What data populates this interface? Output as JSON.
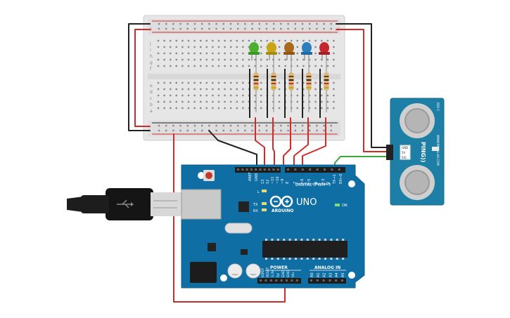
{
  "arduino": {
    "logo_text": "ARDUINO",
    "model": "UNO",
    "digital_label": "DIGITAL (PWM~)",
    "power_label": "POWER",
    "analog_label": "ANALOG IN",
    "on_label": "ON",
    "l_label": "L",
    "tx_label": "TX",
    "rx_label": "RX",
    "aref": "AREF",
    "gnd": "GND",
    "digital_pins": [
      "13",
      "12",
      "~11",
      "~10",
      "~9",
      "8",
      "7",
      "~6",
      "~5",
      "4",
      "~3",
      "2",
      "TX→1",
      "RX←0"
    ],
    "power_pins": [
      "IOREF",
      "RESET",
      "3.3V",
      "5V",
      "GND",
      "GND",
      "Vin"
    ],
    "analog_pins": [
      "A0",
      "A1",
      "A2",
      "A3",
      "A4",
      "A5"
    ]
  },
  "sensor": {
    "brand": "PING))",
    "pin_labels": [
      "GND",
      "5V",
      "SIG"
    ],
    "side_text": "WWW.PARALLAX.COM",
    "rev_text": "REV C"
  },
  "breadboard": {
    "row_letters_top": [
      "j",
      "i",
      "h",
      "g",
      "f"
    ],
    "row_letters_bottom": [
      "e",
      "d",
      "c",
      "b",
      "a"
    ],
    "plus": "+",
    "minus": "−"
  },
  "leds": {
    "colors": [
      "#4caf2f",
      "#c9a415",
      "#a9691b",
      "#2b7fbf",
      "#c6262e"
    ],
    "names": [
      "green-led",
      "yellow-led",
      "orange-led",
      "blue-led",
      "red-led"
    ]
  },
  "wires": {
    "red": "#d12a2a",
    "black": "#222222",
    "green": "#3aa83a"
  }
}
